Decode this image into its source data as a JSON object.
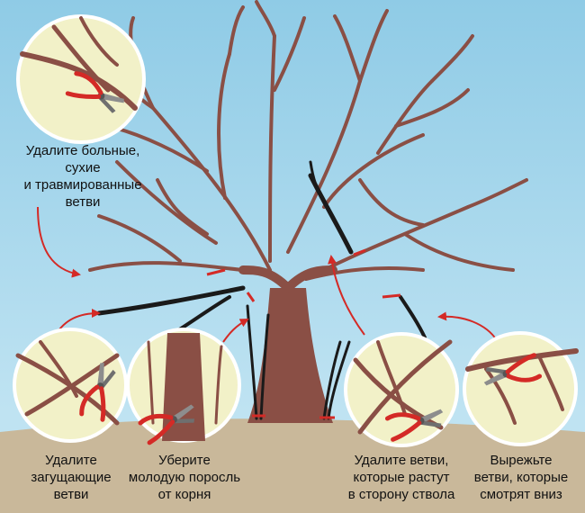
{
  "colors": {
    "sky": "#a7d8ec",
    "ground": "#c9b89a",
    "trunk": "#8a4f45",
    "branch": "#8a4f45",
    "cut_branch": "#1a1a1a",
    "cut_mark": "#d42a26",
    "arrow": "#d42a26",
    "inset_bg": "#f2f1c8",
    "pruner_handle": "#d42a26",
    "pruner_blade": "#8d8d8d"
  },
  "labels": {
    "diseased": [
      "Удалите больные,",
      "сухие",
      "и травмированные",
      "ветви"
    ],
    "crossing": [
      "Удалите",
      "загущающие",
      "ветви"
    ],
    "suckers": [
      "Уберите",
      "молодую поросль",
      "от корня"
    ],
    "inward": [
      "Удалите ветви,",
      "которые растут",
      "в сторону ствола"
    ],
    "downward": [
      "Вырежьте",
      "ветви, которые",
      "смотрят вниз"
    ]
  },
  "icons": [
    "pruning-shears-icon"
  ]
}
